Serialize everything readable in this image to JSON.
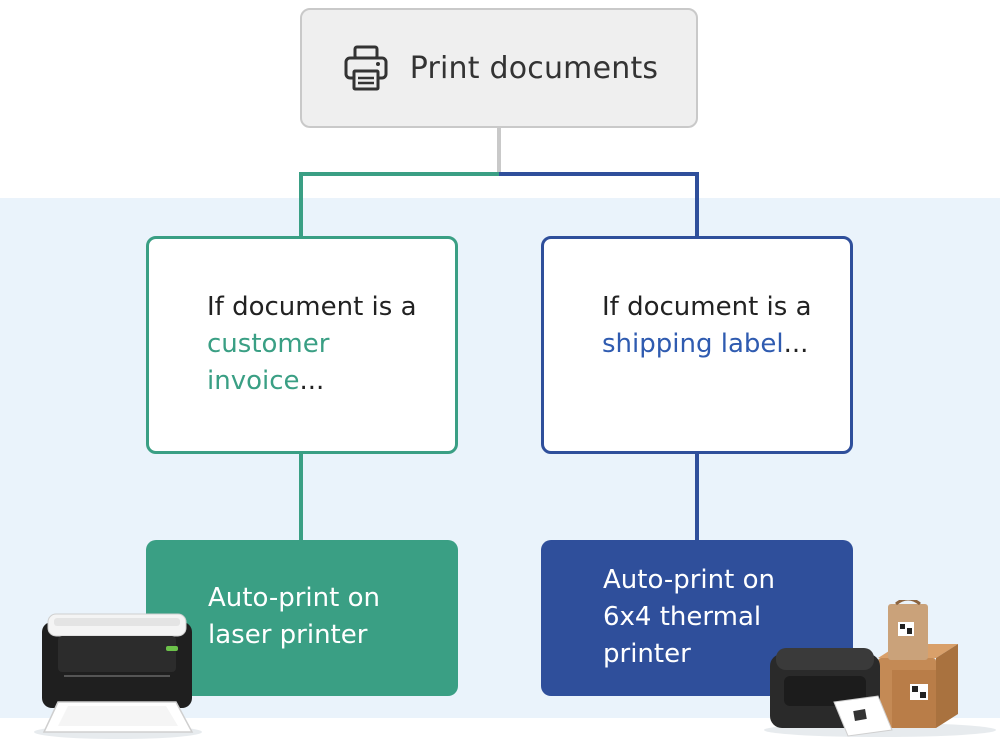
{
  "root": {
    "label": "Print documents",
    "icon": "printer-icon"
  },
  "branches": [
    {
      "condition_prefix": "If document is a",
      "condition_highlight": "customer invoice",
      "condition_suffix": "...",
      "action": "Auto-print on laser printer",
      "color": "#3a9f84",
      "image": "laser-printer-illustration"
    },
    {
      "condition_prefix": "If document is a",
      "condition_highlight": "shipping label",
      "condition_suffix": "...",
      "action": "Auto-print on 6x4 thermal printer",
      "color": "#2f4f9b",
      "image": "thermal-printer-illustration"
    }
  ]
}
